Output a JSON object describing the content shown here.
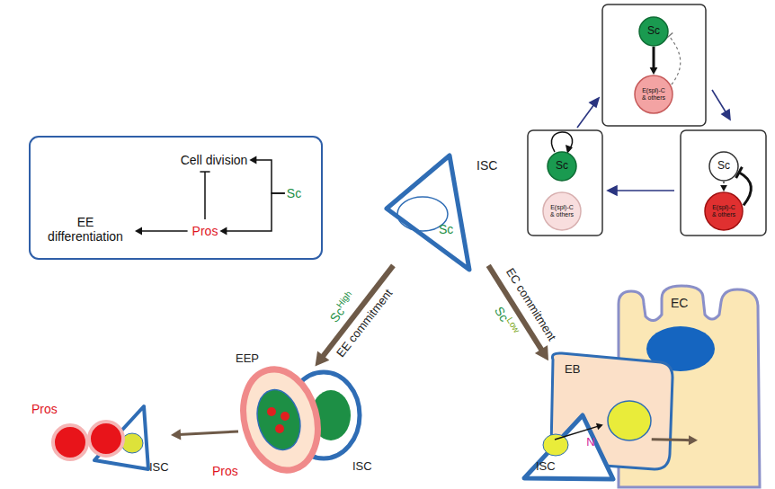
{
  "diagram": {
    "nodes": [
      {
        "text": [
          "Cell division"
        ]
      },
      {
        "text": [
          "Sc"
        ]
      },
      {
        "text": [
          "Pros"
        ]
      },
      {
        "text": [
          "EE differentiation"
        ]
      },
      {
        "text": [
          "Sc"
        ]
      },
      {
        "text": [
          "E(spl)-C & others"
        ]
      },
      {
        "text": [
          "Sc"
        ]
      },
      {
        "text": [
          "E(spl)-C & others"
        ]
      },
      {
        "text": [
          "Sc"
        ]
      },
      {
        "text": [
          "E(spl)-C & others"
        ]
      },
      {
        "text": [
          "ISC",
          "Sc"
        ]
      },
      {
        "text": [
          "EEP",
          "Pros"
        ]
      },
      {
        "text": [
          "ISC"
        ]
      },
      {
        "text": [
          "EC"
        ]
      },
      {
        "text": [
          "EB"
        ]
      },
      {
        "text": [
          "ISC"
        ]
      },
      {
        "text": [
          "ISC"
        ]
      }
    ],
    "edges": [
      {
        "from": 1,
        "to": 0,
        "arrow": "to"
      },
      {
        "from": 1,
        "to": 2,
        "arrow": "to"
      },
      {
        "from": 2,
        "to": 0,
        "arrow": "to"
      },
      {
        "from": 2,
        "to": 3,
        "arrow": "to"
      },
      {
        "from": 4,
        "to": 5,
        "arrow": "to"
      },
      {
        "from": 5,
        "to": 4,
        "arrow": "to"
      },
      {
        "from": 8,
        "to": 9,
        "arrow": "to"
      },
      {
        "from": 9,
        "to": 8,
        "arrow": "to"
      },
      {
        "from": 10,
        "to": 11,
        "label": "EE commitment",
        "arrow": "to"
      },
      {
        "from": 10,
        "to": 14,
        "label": "EC commitment",
        "arrow": "to"
      },
      {
        "from": 11,
        "to": 15,
        "arrow": "to"
      },
      {
        "from": 16,
        "to": 14,
        "label": "N",
        "arrow": "to"
      },
      {
        "from": 14,
        "to": 13,
        "arrow": "to"
      }
    ],
    "labels": [
      "Sc",
      "High",
      "Sc",
      "Low",
      "Pros"
    ]
  }
}
